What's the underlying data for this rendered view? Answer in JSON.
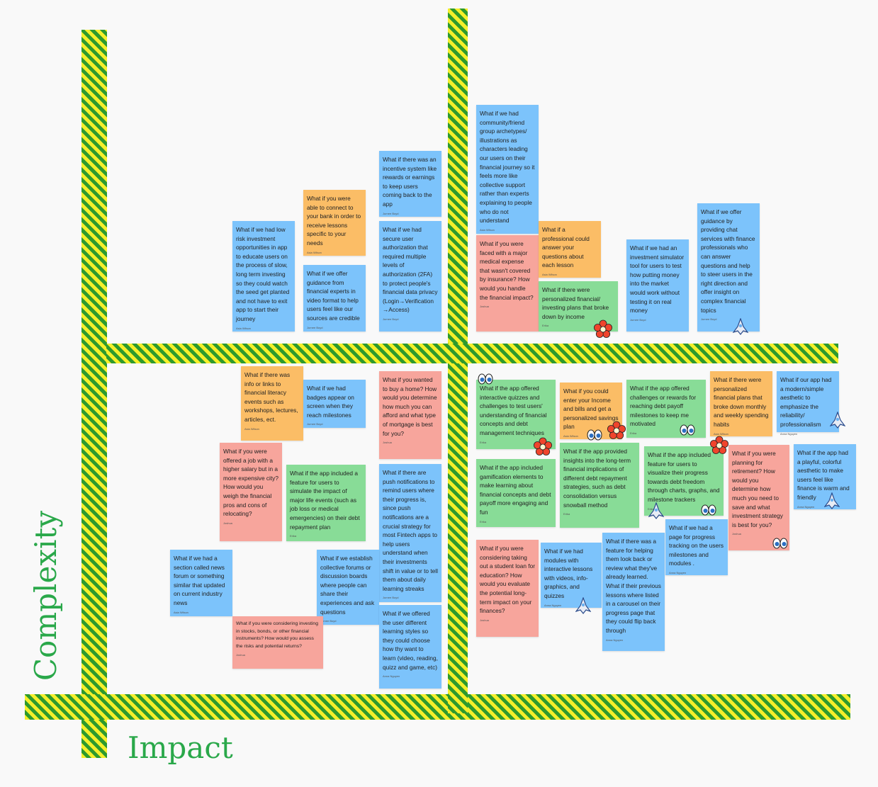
{
  "axes": {
    "y_label": "Complexity",
    "x_label": "Impact"
  },
  "notes": [
    {
      "text": "What if we had low risk investment opportunities in app to educate users on the process of slow, long term investing so they could watch the seed get planted and not have to exit app to start their journey",
      "author": "Asia Wilson",
      "color": "blue"
    },
    {
      "text": "What if you were able to connect to your bank in order to receive lessons specific to your needs",
      "author": "Asia Wilson",
      "color": "orange"
    },
    {
      "text": "What if we offer guidance from financial experts in video format to help users feel like our sources are credible",
      "author": "Jurnee Boyd",
      "color": "blue"
    },
    {
      "text": "What if there was an incentive system like rewards or earnings to keep users coming back to the app",
      "author": "Jurnee Boyd",
      "color": "blue"
    },
    {
      "text": "What if we had secure user authorization that required multiple levels of authorization (2FA) to protect people's financial data privacy (Login→Verification →Access)",
      "author": "Jurnee Boyd",
      "color": "blue"
    },
    {
      "text": "What if we had community/friend group archetypes/ illustrations as characters leading our users on their financial journey so it feels more like collective support rather than experts explaining to people who do not understand",
      "author": "Asia Wilson",
      "color": "blue"
    },
    {
      "text": "What if you were faced with a major medical expense that wasn't covered by insurance? How would you handle the financial impact?",
      "author": "Joshua",
      "color": "red"
    },
    {
      "text": "What if a professional could answer your questions about each lesson",
      "author": "Asia Wilson",
      "color": "orange"
    },
    {
      "text": "What if there were personalized financial/ investing plans that broke down by income",
      "author": "Erika",
      "color": "green"
    },
    {
      "text": "What if we had an investment simulator tool for users to test how putting money into the market would work without testing it on real money",
      "author": "Jurnee Boyd",
      "color": "blue"
    },
    {
      "text": "What if we offer guidance by providing chat services with finance professionals who can answer questions and help to steer users in the right direction and offer insight on complex financial topics",
      "author": "Jurnee Boyd",
      "color": "blue"
    },
    {
      "text": "What if there was info or links to financial literacy events such as workshops, lectures, articles, ect.",
      "author": "Asia Wilson",
      "color": "orange"
    },
    {
      "text": "What if we had badges appear on screen when they reach milestones",
      "author": "Jurnee Boyd",
      "color": "blue"
    },
    {
      "text": "What if you wanted to buy a home? How would you determine how much you can afford and what type of mortgage is best for you?",
      "author": "Joshua",
      "color": "red"
    },
    {
      "text": "What if you were offered a job with a higher salary but in a more expensive city? How would you weigh the financial pros and cons of relocating?",
      "author": "Joshua",
      "color": "red"
    },
    {
      "text": "What if the app included a feature for users to simulate the impact of major life events (such as job loss or medical emergencies) on their debt repayment plan",
      "author": "Erika",
      "color": "green"
    },
    {
      "text": "What if there are push notifications to remind users where their progress is, since push notifications are a crucial strategy for most Fintech apps to help users understand when their investments shift in value or to tell them about daily learning streaks",
      "author": "Jurnee Boyd",
      "color": "blue"
    },
    {
      "text": "What if we had a section called news forum or something similar that updated on current industry news",
      "author": "Asia Wilson",
      "color": "blue"
    },
    {
      "text": "What if we establish collective forums or discussion boards where people can share their experiences and ask questions",
      "author": "Jurnee Boyd",
      "color": "blue"
    },
    {
      "text": "What if you were considering investing in stocks, bonds, or other financial instruments? How would you assess the risks and potential returns?",
      "author": "Joshua",
      "color": "red"
    },
    {
      "text": "What if we offered the user different learning styles so they could choose how thy want to learn (video, reading, quizz and game, etc)",
      "author": "Anna Nguyen",
      "color": "blue"
    },
    {
      "text": "What if the app offered interactive quizzes and challenges to test users' understanding of financial concepts and debt management techniques",
      "author": "Erika",
      "color": "green"
    },
    {
      "text": "What if you could enter your Income and bills and get a personalized savings plan",
      "author": "Asia Wilson",
      "color": "orange"
    },
    {
      "text": "What if the app offered challenges or rewards for reaching debt payoff milestones to keep me motivated",
      "author": "Erika",
      "color": "green"
    },
    {
      "text": "What if there were personalized financial plans that broke down monthly and weekly spending habits",
      "author": "Asia Wilson",
      "color": "orange"
    },
    {
      "text": "What if our app had a modern/simple aesthetic to emphasize the reliability/ professionalism",
      "author": "Anna Nguyen",
      "color": "blue"
    },
    {
      "text": "What if the app included gamification elements to make learning about financial concepts and debt payoff more engaging and fun",
      "author": "Erika",
      "color": "green"
    },
    {
      "text": "What if the app provided insights into the long-term financial implications of different debt repayment strategies, such as debt consolidation versus snowball method",
      "author": "Erika",
      "color": "green"
    },
    {
      "text": "What if the app included feature for users to visualize their progress towards debt freedom through charts, graphs, and milestone trackers",
      "author": "Erika",
      "color": "green"
    },
    {
      "text": "What if you were planning for retirement? How would you determine how much you need to save and what investment strategy is best for you?",
      "author": "Joshua",
      "color": "red"
    },
    {
      "text": "What if the app had a playful, colorful aesthetic to make users feel like finance is warm and friendly",
      "author": "Anna Nguyen",
      "color": "blue"
    },
    {
      "text": "What if you were considering taking out a student loan for education? How would you evaluate the potential long-term impact on your finances?",
      "author": "Joshua",
      "color": "red"
    },
    {
      "text": "What if we had modules with interactive lessons with videos, info-graphics, and quizzes",
      "author": "Anna Nguyen",
      "color": "blue"
    },
    {
      "text": "What if there was a feature for helping them look back or review what they've already learned. What if their previous lessons where listed in a carousel on their progress page that they could flip back through",
      "author": "Anna Nguyen",
      "color": "blue"
    },
    {
      "text": "What if we had a page for progress tracking on the users milestones and modules .",
      "author": "Anna Nguyen",
      "color": "blue"
    }
  ],
  "stickers": {
    "flower": "flower-icon",
    "eyes": "eyes-icon",
    "ship": "spaceship-icon"
  }
}
